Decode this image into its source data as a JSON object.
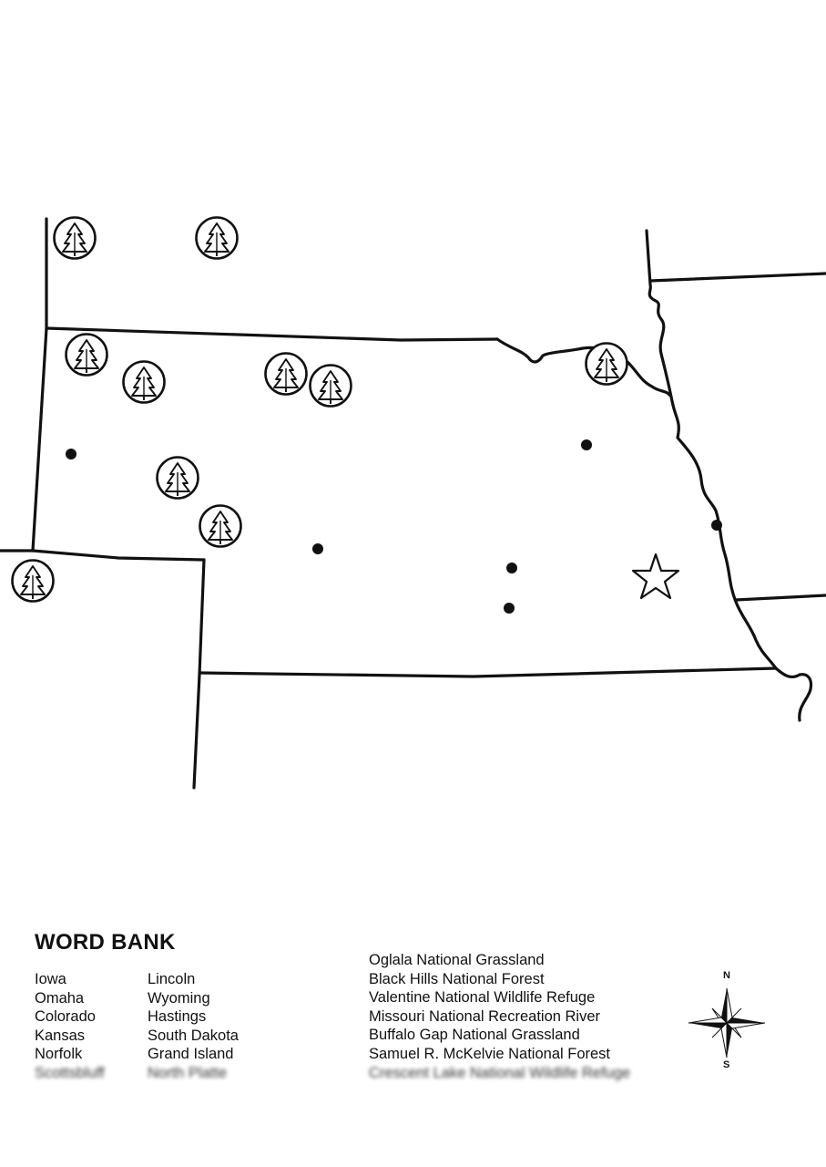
{
  "word_bank": {
    "title": "WORD BANK",
    "column_1": [
      "Iowa",
      "Omaha",
      "Colorado",
      "Kansas",
      "Norfolk",
      "Scottsbluff"
    ],
    "column_2": [
      "Lincoln",
      "Wyoming",
      "Hastings",
      "South Dakota",
      "Grand Island",
      "North Platte"
    ],
    "column_3": [
      "Oglala National Grassland",
      "Black Hills  National Forest",
      "Valentine National  Wildlife Refuge",
      "Missouri National  Recreation River",
      "Buffalo Gap  National Grassland",
      "Samuel R. McKelvie  National Forest",
      "Crescent Lake National Wildlife Refuge"
    ]
  },
  "compass": {
    "north_label": "N",
    "south_label": "S"
  },
  "map": {
    "capital_marker": "star",
    "city_marker": "dot",
    "park_marker": "tree-icon"
  },
  "colors": {
    "ink": "#111111",
    "paper": "#ffffff"
  }
}
